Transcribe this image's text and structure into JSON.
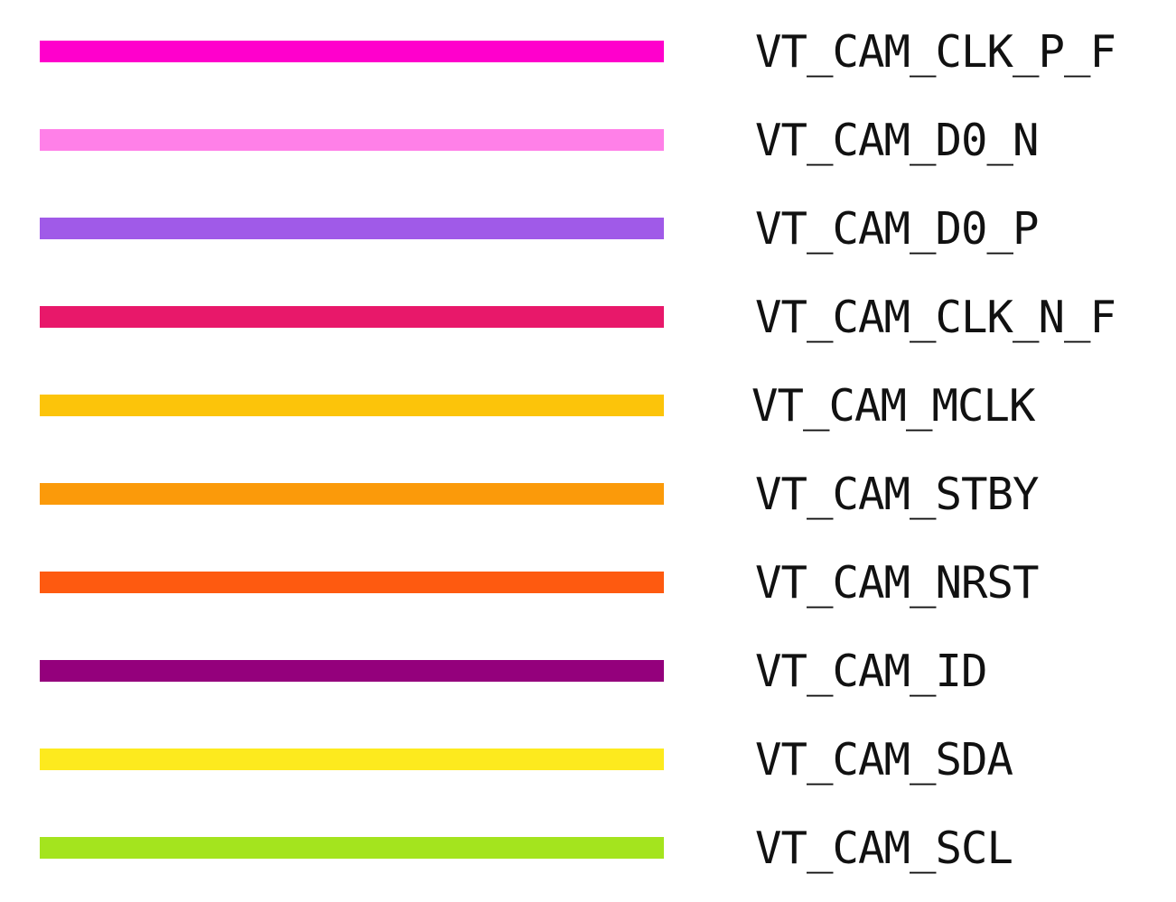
{
  "legend": {
    "items": [
      {
        "label": "VT_CAM_CLK_P_F",
        "color": "#ff00cc"
      },
      {
        "label": "VT_CAM_D0_N",
        "color": "#ff80e8"
      },
      {
        "label": "VT_CAM_D0_P",
        "color": "#a05ae8"
      },
      {
        "label": "VT_CAM_CLK_N_F",
        "color": "#e8186a"
      },
      {
        "label": "VT_CAM_MCLK",
        "color": "#fcc40a"
      },
      {
        "label": "VT_CAM_STBY",
        "color": "#fb9a0a"
      },
      {
        "label": "VT_CAM_NRST",
        "color": "#fe5a10"
      },
      {
        "label": "VT_CAM_ID",
        "color": "#94007c"
      },
      {
        "label": "VT_CAM_SDA",
        "color": "#fdea1e"
      },
      {
        "label": "VT_CAM_SCL",
        "color": "#a4e41e"
      }
    ]
  }
}
